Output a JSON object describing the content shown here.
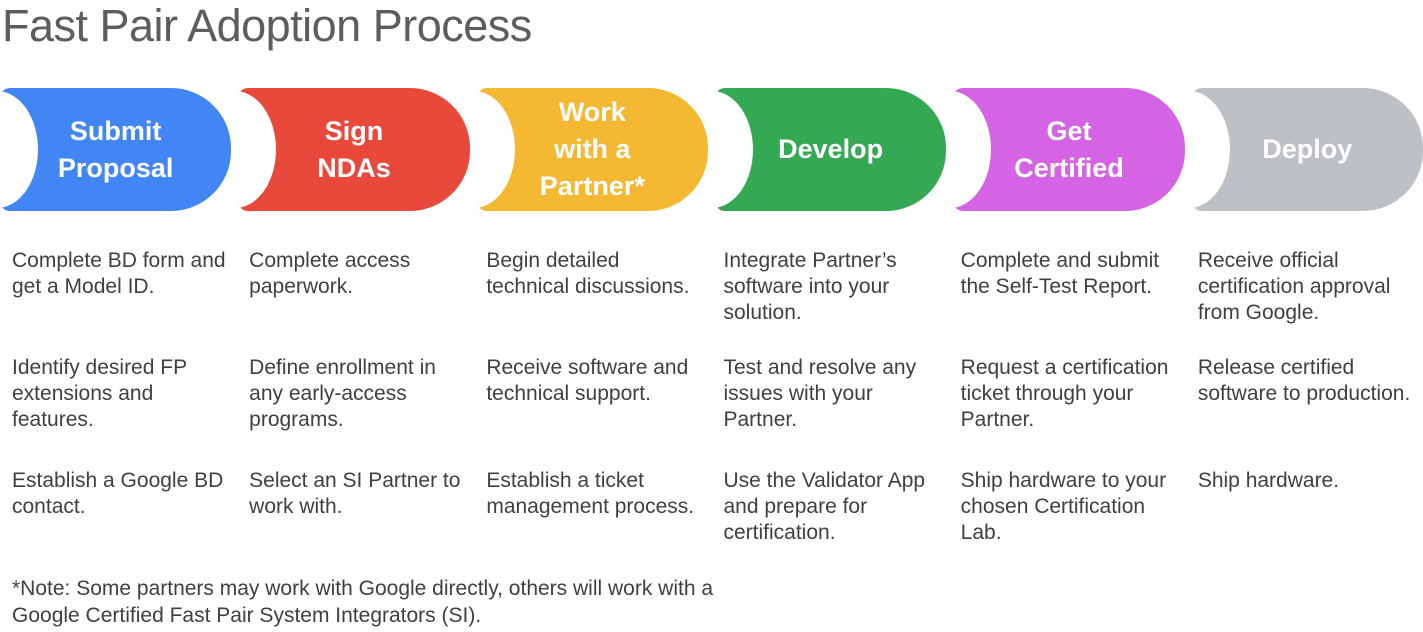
{
  "page": {
    "title": "Fast Pair Adoption Process"
  },
  "steps": [
    {
      "label": "Submit\nProposal",
      "color": "#4285F4",
      "tasks": [
        "Complete BD form and get a Model ID.",
        "Identify desired FP extensions and features.",
        "Establish a Google BD contact."
      ]
    },
    {
      "label": "Sign\nNDAs",
      "color": "#E8493B",
      "tasks": [
        "Complete access paperwork.",
        "Define enrollment in any early-access programs.",
        "Select an SI Partner to work with."
      ]
    },
    {
      "label": "Work\nwith a\nPartner*",
      "color": "#F5B832",
      "tasks": [
        "Begin detailed technical discussions.",
        "Receive software and technical support.",
        "Establish a ticket management process."
      ]
    },
    {
      "label": "Develop",
      "color": "#34A853",
      "tasks": [
        "Integrate Partner’s software into your solution.",
        "Test and resolve any issues with your Partner.",
        "Use the Validator App and prepare for certification."
      ]
    },
    {
      "label": "Get\nCertified",
      "color": "#D564E4",
      "tasks": [
        "Complete and submit the Self-Test Report.",
        "Request a certification ticket through your Partner.",
        "Ship hardware to your chosen Certification Lab."
      ]
    },
    {
      "label": "Deploy",
      "color": "#BDC1C6",
      "tasks": [
        "Receive official certification approval from Google.",
        "Release certified software to production.",
        "Ship hardware."
      ]
    }
  ],
  "note": {
    "text": "*Note: Some partners may work with Google directly, others will work with a\nGoogle Certified Fast Pair System Integrators (SI)."
  }
}
